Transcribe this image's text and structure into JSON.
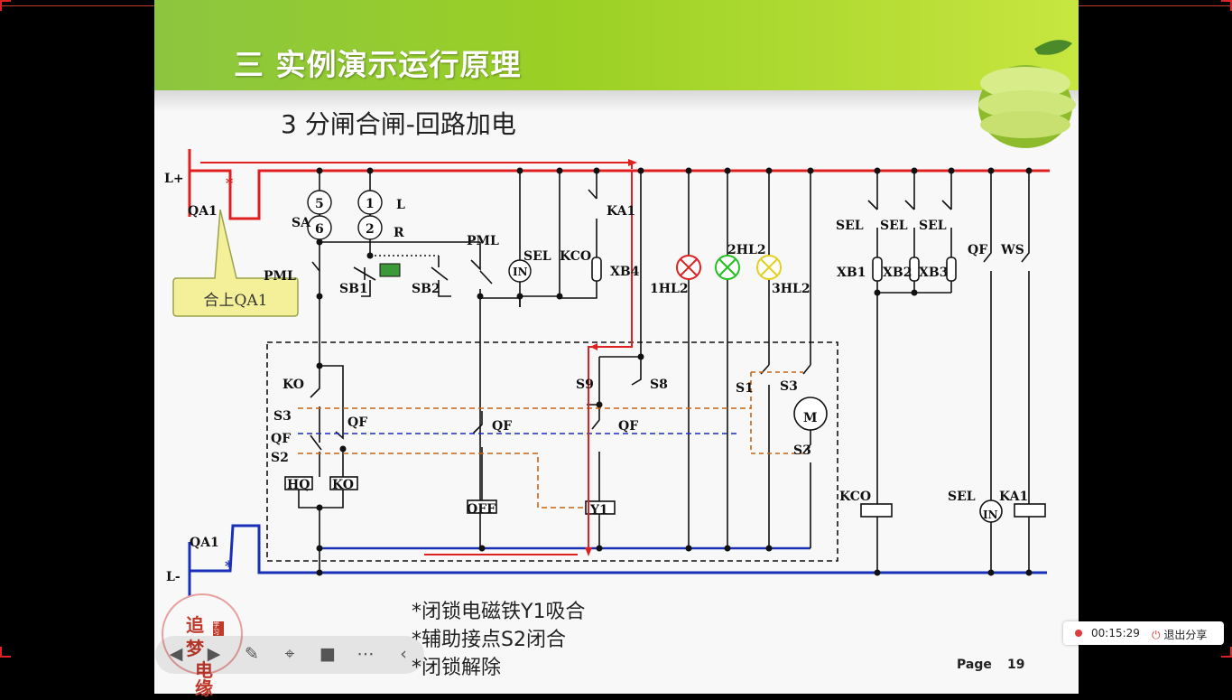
{
  "slide": {
    "title": "三 实例演示运行原理",
    "subtitle": "3   分闸合闸-回路加电",
    "callout": "合上QA1",
    "notes": [
      "*闭锁电磁铁Y1吸合",
      "*辅助接点S2闭合",
      "*闭锁解除"
    ],
    "page_label": "Page",
    "page_number": "19"
  },
  "labels": {
    "lplus": "L+",
    "lminus": "L-",
    "qa1_top": "QA1",
    "qa1_bot": "QA1",
    "sa": "SA",
    "c5": "5",
    "c1": "1",
    "c6": "6",
    "c2": "2",
    "l": "L",
    "r": "R",
    "pml_left": "PML",
    "pml_top": "PML",
    "sb1": "SB1",
    "sb2": "SB2",
    "in1": "IN",
    "sel1": "SEL",
    "kco1": "KCO",
    "ka1_top": "KA1",
    "xb4": "XB4",
    "hl1": "1HL2",
    "hl2": "2HL2",
    "hl3": "3HL2",
    "sel_a": "SEL",
    "sel_b": "SEL",
    "sel_c": "SEL",
    "xb1": "XB1",
    "xb2": "XB2",
    "xb3": "XB3",
    "qf_top": "QF",
    "ws": "WS",
    "ko_top": "KO",
    "s3_left": "S3",
    "qf_left": "QF",
    "s2_left": "S2",
    "qf_mid": "QF",
    "hq": "HQ",
    "ko_coil": "KO",
    "qf_col2": "QF",
    "off": "OFF",
    "s9": "S9",
    "s8": "S8",
    "qf_col3": "QF",
    "y1": "Y1",
    "s1": "S1",
    "s3_right": "S3",
    "motor": "M",
    "s3_low": "S3",
    "kco_coil": "KCO",
    "sel_coil": "SEL",
    "in_coil": "IN",
    "ka1_coil": "KA1"
  },
  "toolbar": {
    "items": [
      "back-icon",
      "play-icon",
      "pen-icon",
      "focus-icon",
      "camera-icon",
      "more-icon",
      "collapse-icon"
    ]
  },
  "share": {
    "time": "00:15:29",
    "exit_label": "退出分享"
  },
  "stamp": {
    "chars": [
      "追",
      "梦",
      "电",
      "缘"
    ],
    "seal": "学习"
  },
  "colors": {
    "accent_red": "#e02020",
    "bus_blue": "#1a2fb8",
    "header_green": "#9bd024",
    "callout_bg": "#f4f09a"
  }
}
